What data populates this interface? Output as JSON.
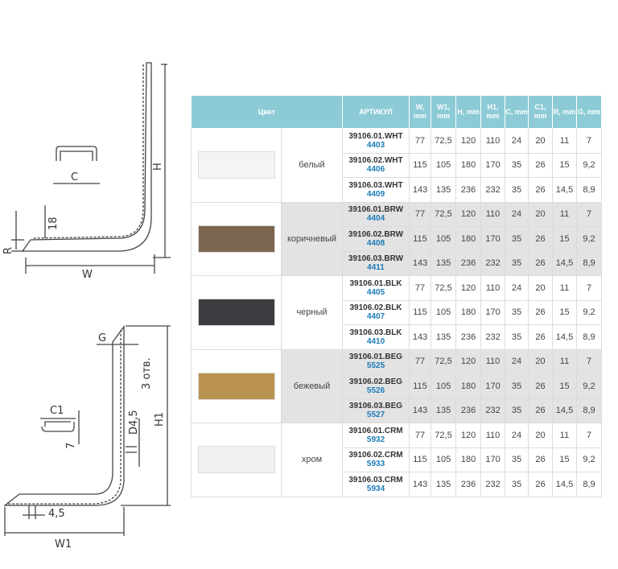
{
  "drawings": {
    "top": {
      "labels": {
        "c": "C",
        "h": "H",
        "r": "R",
        "w": "W",
        "t": "18"
      }
    },
    "bottom": {
      "labels": {
        "g": "G",
        "holes": "3 отв.",
        "h1": "H1",
        "c1": "C1",
        "d": "D4,5",
        "seven": "7",
        "w1": "W1",
        "gap": "4,5"
      }
    }
  },
  "table": {
    "headers": {
      "color": "Цвет",
      "article": "АРТИКУЛ",
      "dims": [
        "W, mm",
        "W1, mm",
        "H, mm",
        "H1, mm",
        "C, mm",
        "C1, mm",
        "R, mm",
        "G, mm"
      ]
    },
    "groups": [
      {
        "name": "белый",
        "swatch": "#f4f4f4",
        "rows": [
          {
            "article": "39106.01.WHT",
            "code": "4403",
            "values": [
              "77",
              "72,5",
              "120",
              "110",
              "24",
              "20",
              "11",
              "7"
            ]
          },
          {
            "article": "39106.02.WHT",
            "code": "4406",
            "values": [
              "115",
              "105",
              "180",
              "170",
              "35",
              "26",
              "15",
              "9,2"
            ]
          },
          {
            "article": "39106.03.WHT",
            "code": "4409",
            "values": [
              "143",
              "135",
              "236",
              "232",
              "35",
              "26",
              "14,5",
              "8,9"
            ]
          }
        ]
      },
      {
        "name": "коричневый",
        "swatch": "#7d6650",
        "rows": [
          {
            "article": "39106.01.BRW",
            "code": "4404",
            "values": [
              "77",
              "72,5",
              "120",
              "110",
              "24",
              "20",
              "11",
              "7"
            ]
          },
          {
            "article": "39106.02.BRW",
            "code": "4408",
            "values": [
              "115",
              "105",
              "180",
              "170",
              "35",
              "26",
              "15",
              "9,2"
            ]
          },
          {
            "article": "39106.03.BRW",
            "code": "4411",
            "values": [
              "143",
              "135",
              "236",
              "232",
              "35",
              "26",
              "14,5",
              "8,9"
            ]
          }
        ]
      },
      {
        "name": "черный",
        "swatch": "#3c3c40",
        "rows": [
          {
            "article": "39106.01.BLK",
            "code": "4405",
            "values": [
              "77",
              "72,5",
              "120",
              "110",
              "24",
              "20",
              "11",
              "7"
            ]
          },
          {
            "article": "39106.02.BLK",
            "code": "4407",
            "values": [
              "115",
              "105",
              "180",
              "170",
              "35",
              "26",
              "15",
              "9,2"
            ]
          },
          {
            "article": "39106.03.BLK",
            "code": "4410",
            "values": [
              "143",
              "135",
              "236",
              "232",
              "35",
              "26",
              "14,5",
              "8,9"
            ]
          }
        ]
      },
      {
        "name": "бежевый",
        "swatch": "#b8924e",
        "rows": [
          {
            "article": "39106.01.BEG",
            "code": "5525",
            "values": [
              "77",
              "72,5",
              "120",
              "110",
              "24",
              "20",
              "11",
              "7"
            ]
          },
          {
            "article": "39106.02.BEG",
            "code": "5526",
            "values": [
              "115",
              "105",
              "180",
              "170",
              "35",
              "26",
              "15",
              "9,2"
            ]
          },
          {
            "article": "39106.03.BEG",
            "code": "5527",
            "values": [
              "143",
              "135",
              "236",
              "232",
              "35",
              "26",
              "14,5",
              "8,9"
            ]
          }
        ]
      },
      {
        "name": "хром",
        "swatch": "#eef0f2",
        "rows": [
          {
            "article": "39106.01.CRM",
            "code": "5932",
            "values": [
              "77",
              "72,5",
              "120",
              "110",
              "24",
              "20",
              "11",
              "7"
            ]
          },
          {
            "article": "39106.02.CRM",
            "code": "5933",
            "values": [
              "115",
              "105",
              "180",
              "170",
              "35",
              "26",
              "15",
              "9,2"
            ]
          },
          {
            "article": "39106.03.CRM",
            "code": "5934",
            "values": [
              "143",
              "135",
              "236",
              "232",
              "35",
              "26",
              "14,5",
              "8,9"
            ]
          }
        ]
      }
    ]
  }
}
